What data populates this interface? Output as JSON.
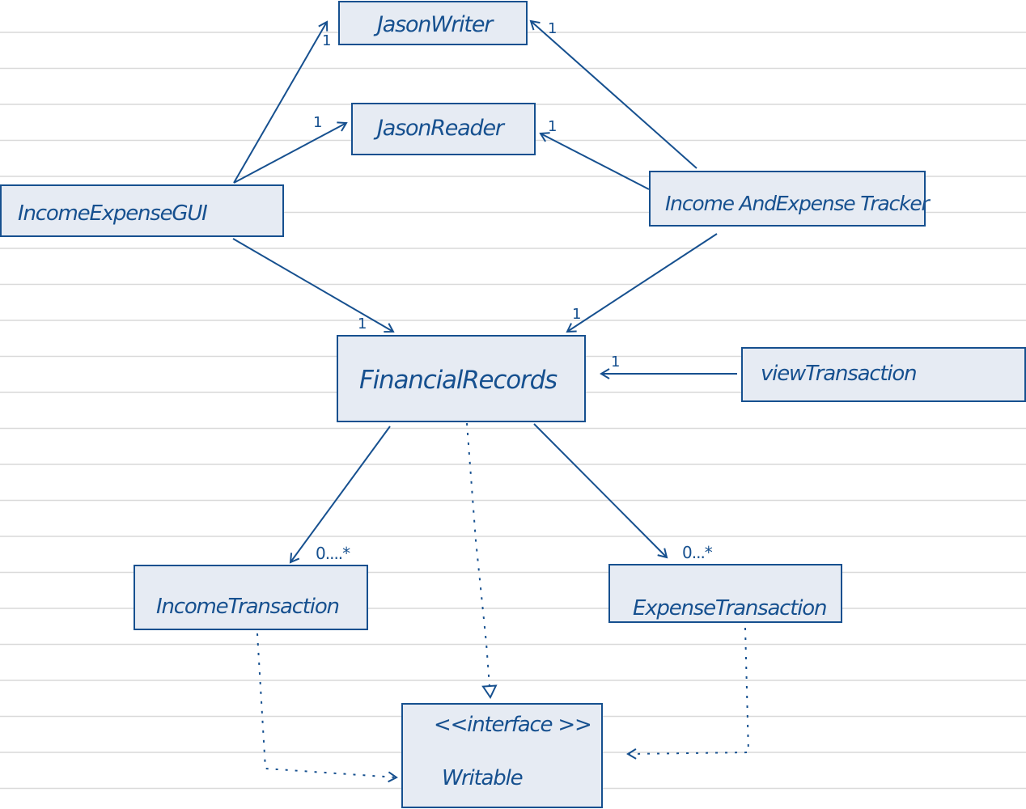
{
  "colors": {
    "ink": "#16508f",
    "box_fill": "#e6ebf3",
    "paper_line": "#d9d9d9"
  },
  "classes": {
    "json_writer": {
      "name": "JasonWriter"
    },
    "json_reader": {
      "name": "JasonReader"
    },
    "income_expense_gui": {
      "name": "IncomeExpenseGUI"
    },
    "income_and_expense_tracker": {
      "name": "Income AndExpense Tracker"
    },
    "financial_records": {
      "name": "FinancialRecords"
    },
    "view_transaction": {
      "name": "viewTransaction"
    },
    "income_transaction": {
      "name": "IncomeTransaction"
    },
    "expense_transaction": {
      "name": "ExpenseTransaction"
    },
    "writable": {
      "stereotype": "<<interface >>",
      "name": "Writable"
    }
  },
  "multiplicities": {
    "gui_to_writer": "1",
    "gui_to_reader": "1",
    "tracker_to_writer": "1",
    "tracker_to_reader": "1",
    "gui_to_records": "1",
    "tracker_to_records": "1",
    "view_to_records": "1",
    "records_to_income": "0....*",
    "records_to_expense": "0...*"
  }
}
